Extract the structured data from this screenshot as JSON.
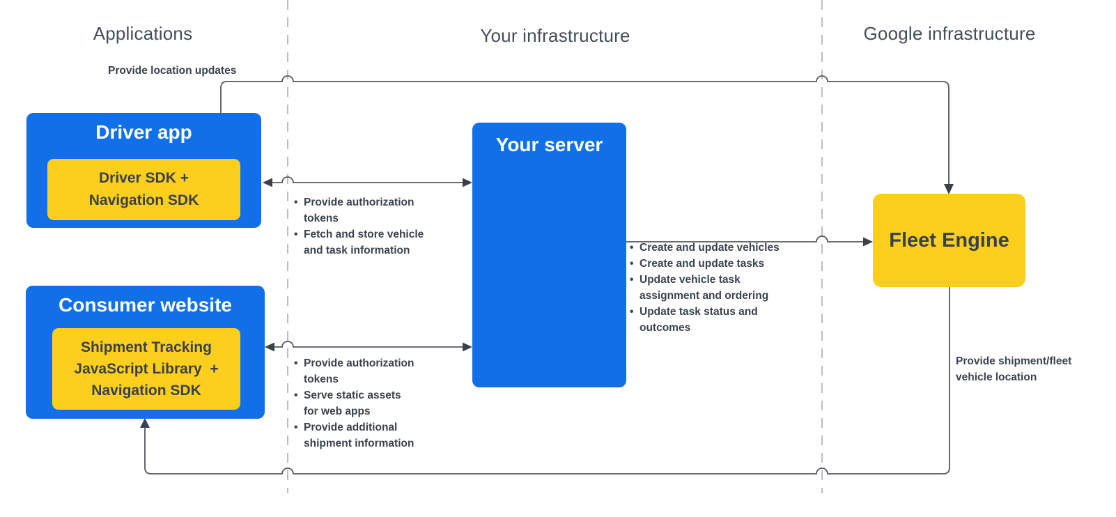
{
  "columns": [
    {
      "label": "Applications"
    },
    {
      "label": "Your infrastructure"
    },
    {
      "label": "Google infrastructure"
    }
  ],
  "nodes": {
    "driver_app": {
      "title": "Driver app",
      "sdk": "Driver SDK +\nNavigation SDK"
    },
    "consumer_website": {
      "title": "Consumer website",
      "sdk": "Shipment Tracking\nJavaScript Library  +\nNavigation SDK"
    },
    "your_server": {
      "title": "Your server"
    },
    "fleet_engine": {
      "title": "Fleet Engine"
    }
  },
  "edges": {
    "driver_to_fleet": {
      "label": "Provide location updates"
    },
    "driver_server": {
      "items": [
        "Provide authorization\ntokens",
        "Fetch and store vehicle\nand task information"
      ]
    },
    "consumer_server": {
      "items": [
        "Provide authorization\ntokens",
        "Serve static assets\nfor web apps",
        "Provide additional\nshipment information"
      ]
    },
    "server_fleet": {
      "items": [
        "Create and update vehicles",
        "Create and update tasks",
        "Update vehicle task\nassignment and ordering",
        "Update task status and\noutcomes"
      ]
    },
    "fleet_to_consumer": {
      "label": "Provide shipment/fleet\nvehicle location"
    }
  },
  "colors": {
    "node_blue": "#1170e8",
    "node_yellow": "#fccf1c",
    "line": "#54575e",
    "arrowhead": "#3b414b",
    "divider_dashed": "#b9bec8",
    "text_dark": "#3a4049",
    "label_text": "#3b424d",
    "header_text": "#444d59"
  }
}
